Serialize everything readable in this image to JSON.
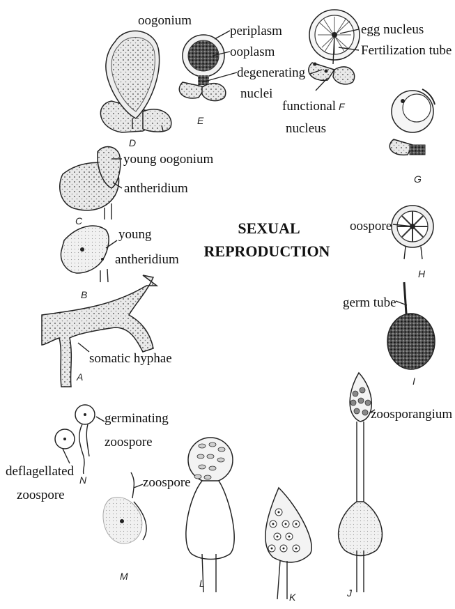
{
  "title": {
    "line1": "SEXUAL",
    "line2": "REPRODUCTION"
  },
  "labels": {
    "oogonium": "oogonium",
    "periplasm": "periplasm",
    "ooplasm": "ooplasm",
    "degenerating": "degenerating",
    "nuclei": "nuclei",
    "egg_nucleus": "egg nucleus",
    "fertilization_tube": "Fertilization tube",
    "functional": "functional",
    "nucleus": "nucleus",
    "young_oogonium": "young oogonium",
    "antheridium": "antheridium",
    "young": "young",
    "young_antheridium": "antheridium",
    "somatic_hyphae": "somatic hyphae",
    "oospore": "oospore",
    "germ_tube": "germ tube",
    "zoosporangium": "zoosporangium",
    "germinating": "germinating",
    "germinating_zoospore": "zoospore",
    "deflagellated": "deflagellated",
    "deflagellated_zoospore": "zoospore",
    "zoospore_m": "zoospore"
  },
  "stage_letters": {
    "A": "A",
    "B": "B",
    "C": "C",
    "D": "D",
    "E": "E",
    "F": "F",
    "G": "G",
    "H": "H",
    "I": "I",
    "J": "J",
    "K": "K",
    "L": "L",
    "M": "M",
    "N": "N"
  }
}
